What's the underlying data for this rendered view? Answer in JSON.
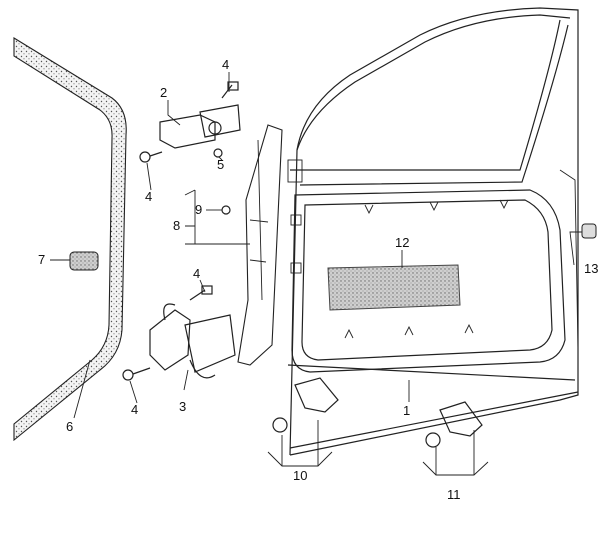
{
  "diagram": {
    "type": "exploded parts diagram - front door",
    "callouts": {
      "door_shell": "1",
      "upper_hinge": "2",
      "lower_hinge": "3",
      "bolt_a": "4",
      "bolt_b": "4",
      "bolt_c": "4",
      "bolt_d": "4",
      "nut": "5",
      "door_seal": "6",
      "plug": "7",
      "reinforcement_group": "8",
      "clip": "9",
      "retainer_set_left": "10",
      "retainer_set_right": "11",
      "sound_pad": "12",
      "stopper": "13"
    }
  }
}
